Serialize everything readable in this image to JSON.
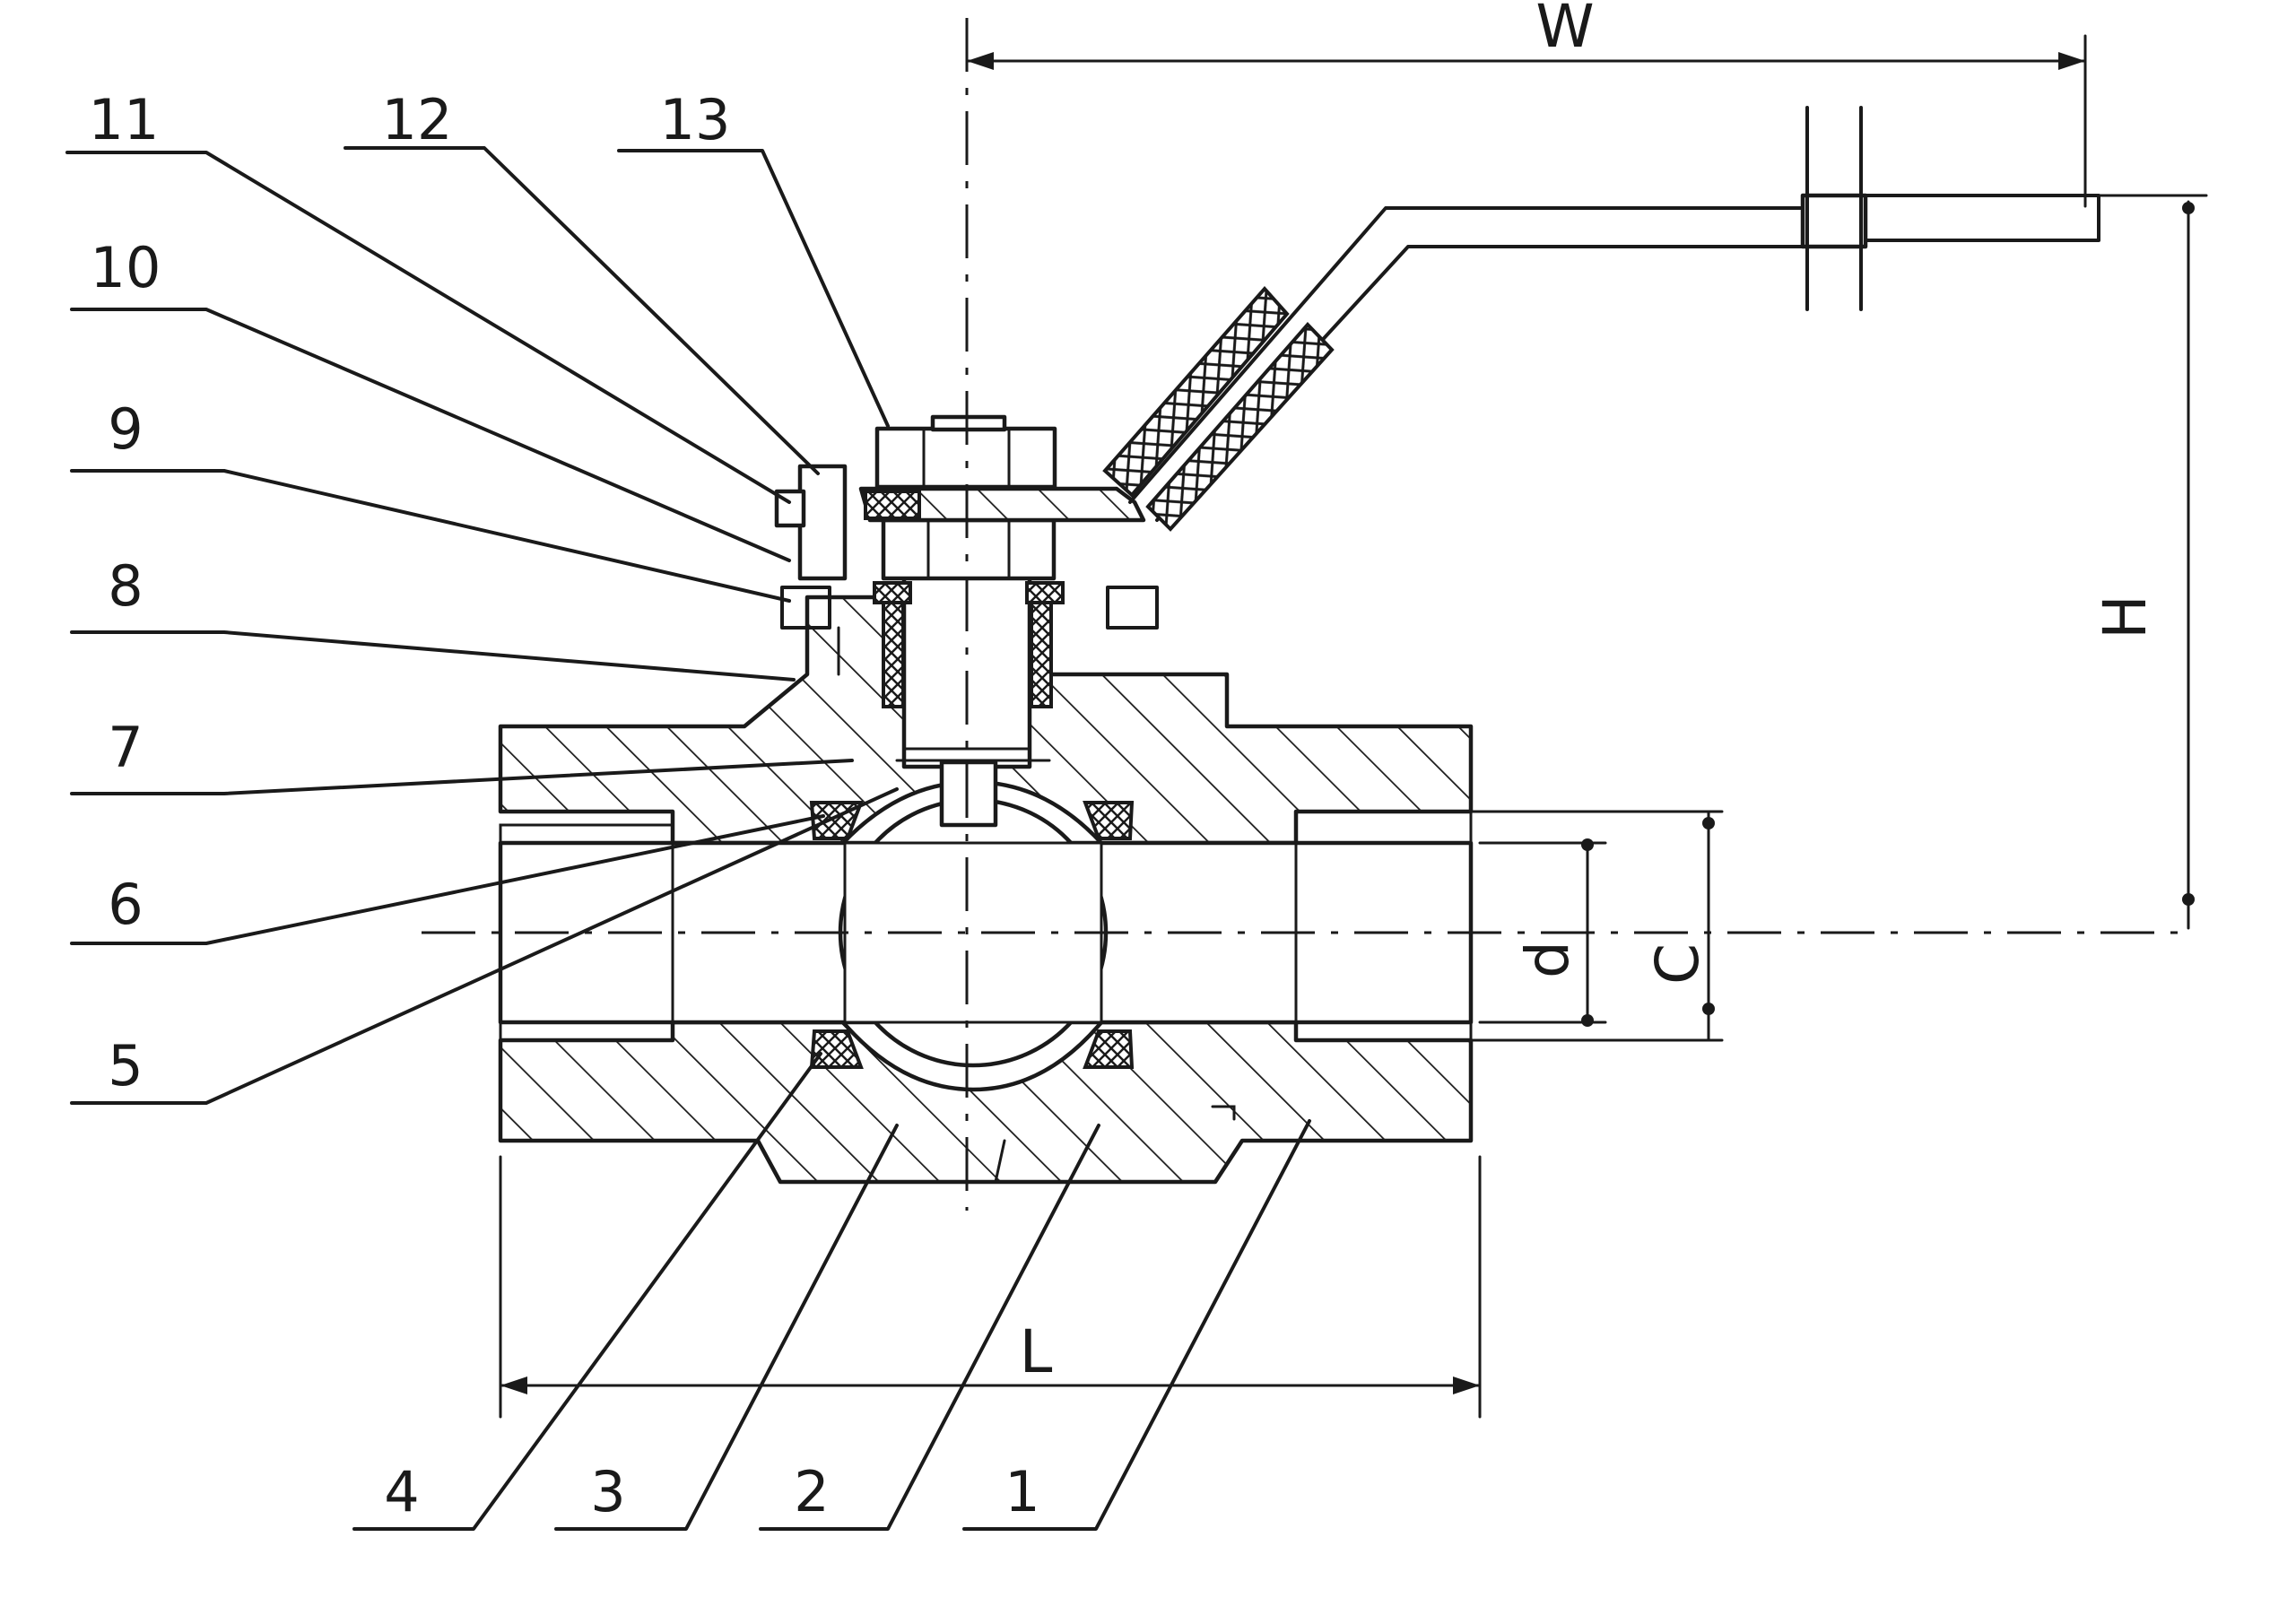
{
  "callouts": [
    "1",
    "2",
    "3",
    "4",
    "5",
    "6",
    "7",
    "8",
    "9",
    "10",
    "11",
    "12",
    "13"
  ],
  "dimensions": {
    "W": "W",
    "H": "H",
    "L": "L",
    "d": "d",
    "C": "C"
  }
}
